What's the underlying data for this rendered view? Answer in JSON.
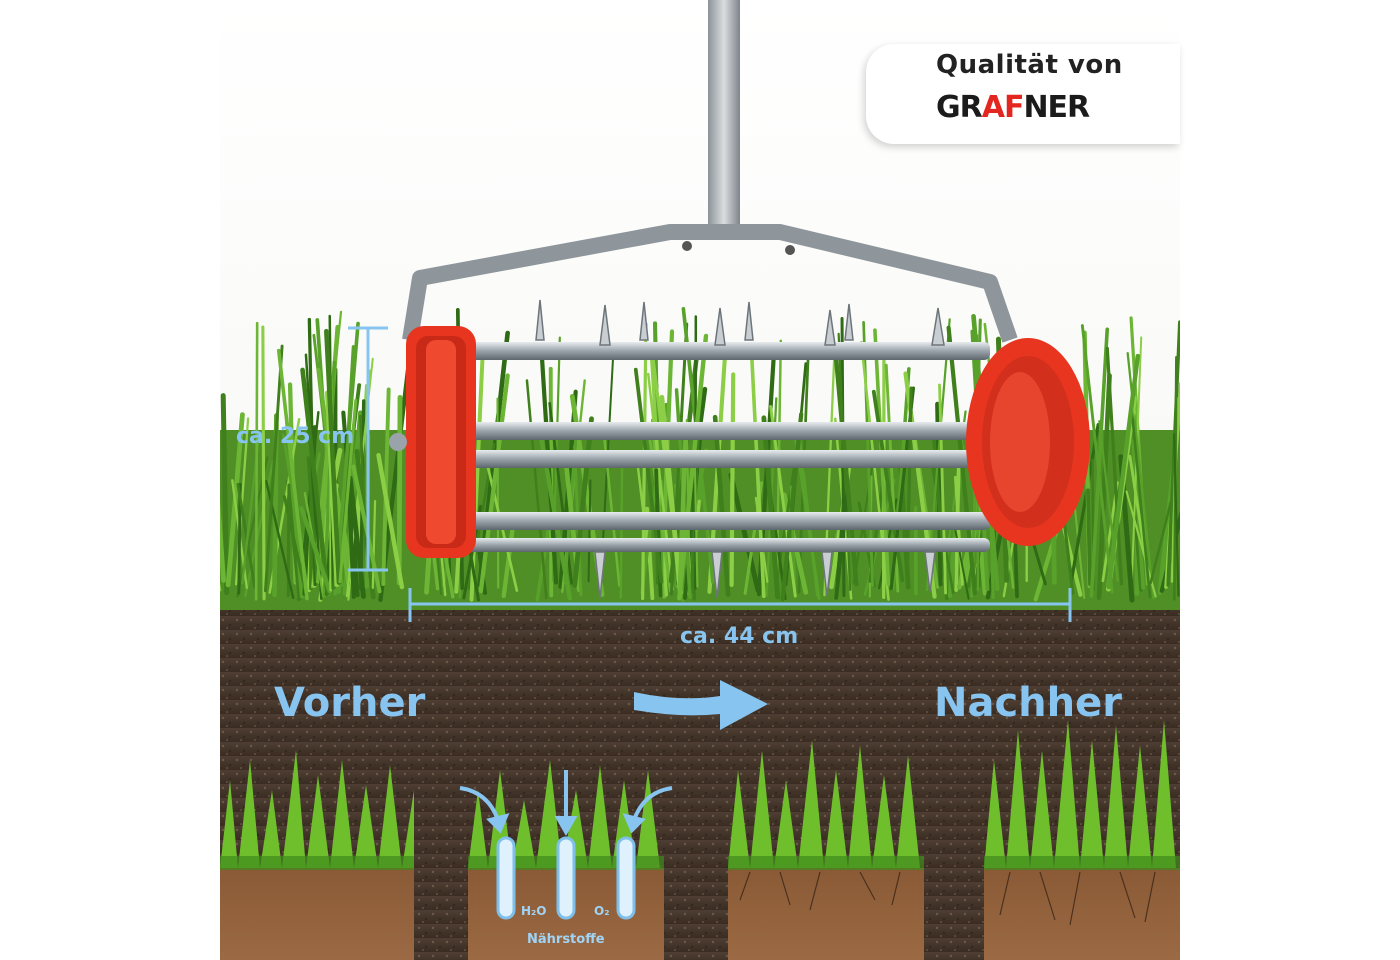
{
  "badge": {
    "title": "Qualität von",
    "brand_pre": "GR",
    "brand_accent": "AF",
    "brand_post": "NER"
  },
  "dimensions": {
    "height_label": "ca. 25 cm",
    "width_label": "ca. 44 cm"
  },
  "comparison": {
    "before_label": "Vorher",
    "after_label": "Nachher"
  },
  "diagram": {
    "h2o": "H₂O",
    "o2": "O₂",
    "nutrients": "Nährstoffe"
  },
  "colors": {
    "accent": "#87c5f0",
    "wheel": "#e8351f",
    "brand_red": "#e3261f",
    "soil": "#4a3a2e",
    "grass": "#5aa22a"
  },
  "icons": [
    "arrow-right-icon",
    "inflow-arrow-icon"
  ]
}
